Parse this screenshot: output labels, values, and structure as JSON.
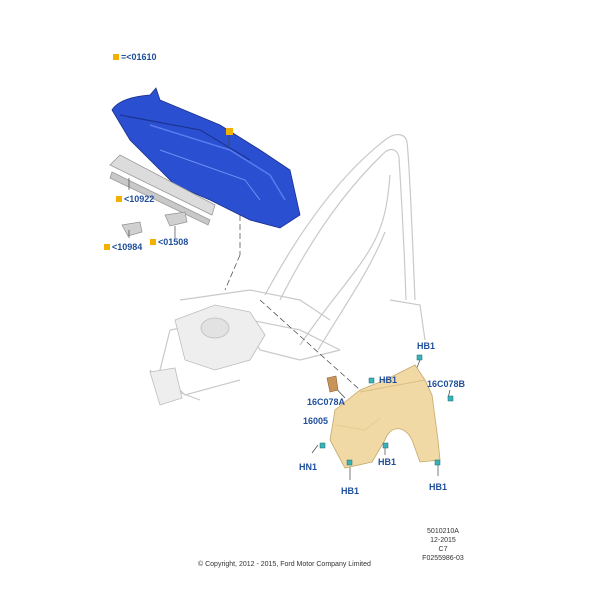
{
  "callouts": {
    "ref_01610": "=<01610",
    "ref_10922": "<10922",
    "ref_10984": "<10984",
    "ref_01508": "<01508",
    "hb1_top": "HB1",
    "hb1_mid": "HB1",
    "c16c078b": "16C078B",
    "c16c078a": "16C078A",
    "c16005": "16005",
    "hn1": "HN1",
    "hb1_left": "HB1",
    "hb1_center": "HB1",
    "hb1_right": "HB1"
  },
  "reference": {
    "line1": "5010210A",
    "line2": "12-2015",
    "line3": "C7",
    "line4": "F0255986-03"
  },
  "copyright": "© Copyright, 2012 - 2015, Ford Motor Company Limited",
  "colors": {
    "cowl_blue": "#2a4fd0",
    "fender_beige": "#f1d9a6",
    "marker_yellow": "#f2b000",
    "label_blue": "#1f4e9b",
    "fastener_teal": "#39b2b8"
  }
}
